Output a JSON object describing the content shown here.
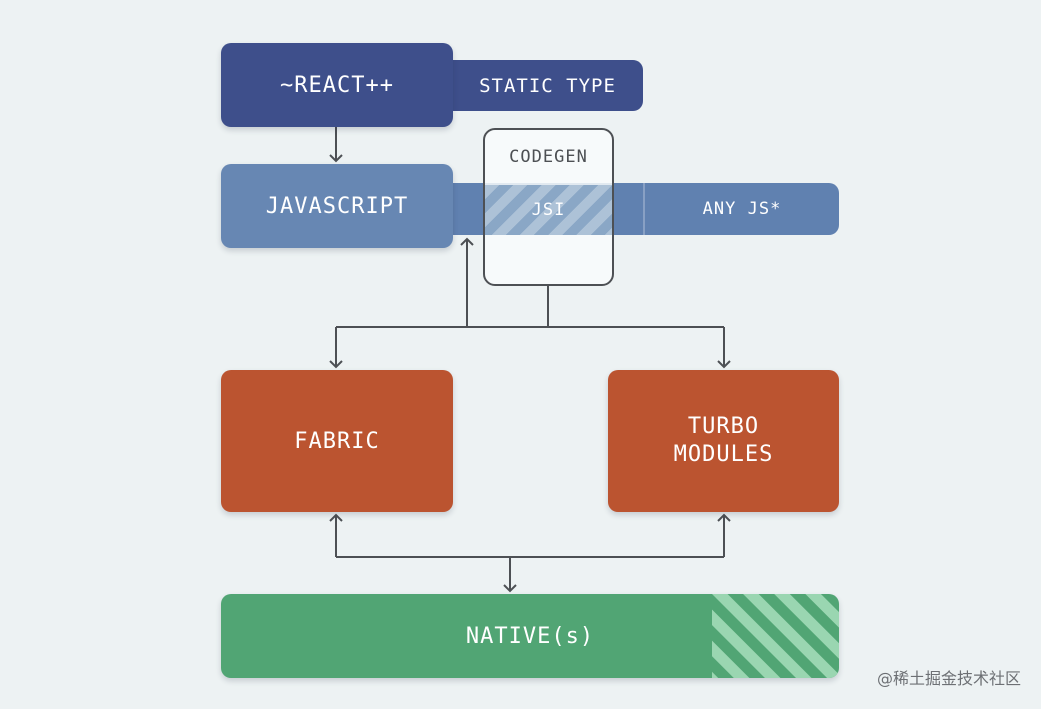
{
  "colors": {
    "background": "#edf2f3",
    "react": "#3e4f8b",
    "javascript": "#6787b3",
    "jsi_bar": "#6081b0",
    "fabric": "#bb5430",
    "turbo": "#bb5430",
    "native": "#51a574",
    "native_hatch": "#9ad6b1",
    "line": "#4d5054"
  },
  "nodes": {
    "react": "~REACT++",
    "static_type": "STATIC TYPE",
    "javascript": "JAVASCRIPT",
    "codegen": "CODEGEN",
    "jsi": "JSI",
    "any_js": "ANY JS*",
    "fabric": "FABRIC",
    "turbo_modules": "TURBO\nMODULES",
    "native": "NATIVE(s)"
  },
  "watermark": "@稀土掘金技术社区"
}
